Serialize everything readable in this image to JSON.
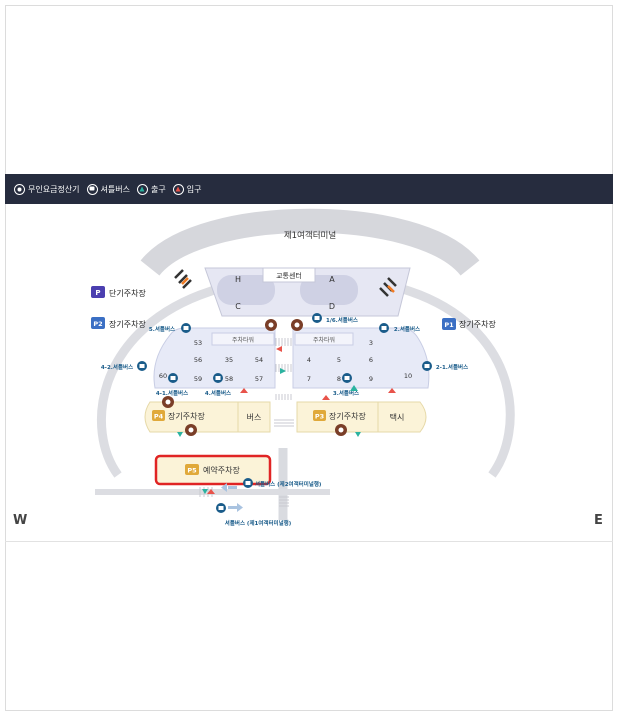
{
  "legend": {
    "items": [
      {
        "label": "무인요금정산기",
        "icon": "payment-kiosk-icon"
      },
      {
        "label": "셔틀버스",
        "icon": "shuttle-bus-icon"
      },
      {
        "label": "출구",
        "icon": "exit-icon"
      },
      {
        "label": "입구",
        "icon": "entrance-icon"
      }
    ]
  },
  "map": {
    "terminal_label": "제1여객터미널",
    "transport_center": "교통센터",
    "zones": {
      "h": "H",
      "a": "A",
      "c": "C",
      "d": "D"
    },
    "parking": {
      "short_term": {
        "badge": "P",
        "label": "단기주차장"
      },
      "p1": {
        "badge": "P1",
        "label": "장기주차장"
      },
      "p2": {
        "badge": "P2",
        "label": "장기주차장"
      },
      "p3": {
        "badge": "P3",
        "label": "장기주차장"
      },
      "p4": {
        "badge": "P4",
        "label": "장기주차장"
      },
      "p5": {
        "badge": "P5",
        "label": "예약주차장"
      }
    },
    "facilities": {
      "bus": "버스",
      "taxi": "택시"
    },
    "tower_label": "주차타워",
    "left_blocks": [
      "53",
      "56",
      "35",
      "54",
      "60",
      "59",
      "58",
      "57"
    ],
    "right_blocks": [
      "3",
      "4",
      "5",
      "6",
      "7",
      "8",
      "9",
      "10"
    ],
    "shuttle_stops": {
      "s5": "5.셔틀버스",
      "s1_6": "1/6.셔틀버스",
      "s2": "2.셔틀버스",
      "s4_2": "4-2.셔틀버스",
      "s2_1": "2-1.셔틀버스",
      "s4_1": "4-1.셔틀버스",
      "s4": "4.셔틀버스",
      "s3": "3.셔틀버스",
      "t2": "셔틀버스 (제2여객터미널행)",
      "t1": "셔틀버스 (제1여객터미널행)"
    },
    "colors": {
      "badge_blue": "#3b6fc4",
      "badge_purple": "#4b3fb0",
      "badge_gold": "#e0a93a",
      "highlight_red": "#e02424",
      "shuttle_blue": "#1a5c8a",
      "kiosk_brown": "#7a3e28"
    }
  },
  "compass": {
    "west": "W",
    "east": "E"
  }
}
